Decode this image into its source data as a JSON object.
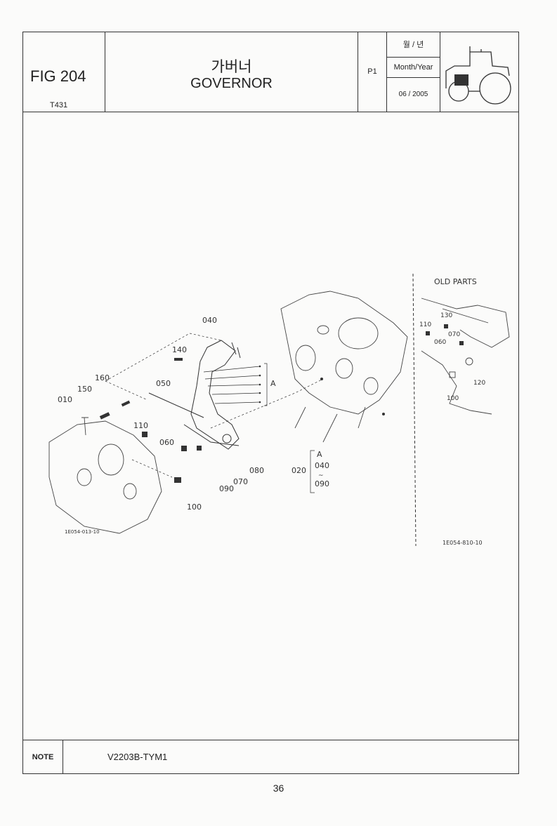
{
  "header": {
    "fig_label": "FIG 204",
    "model": "T431",
    "title_ko": "가버너",
    "title_en": "GOVERNOR",
    "page": "P1",
    "date_label_ko": "월 / 년",
    "date_label_en": "Month/Year",
    "date_value": "06 / 2005",
    "vehicle_icon": "tractor-icon"
  },
  "diagram": {
    "parts": {
      "p010": "010",
      "p020": "020",
      "p040": "040",
      "p050": "050",
      "p060": "060",
      "p070": "070",
      "p080": "080",
      "p090": "090",
      "p100": "100",
      "p110": "110",
      "p140": "140",
      "p150": "150",
      "p160": "160",
      "groupA": "A",
      "range_a": "A",
      "range_040": "040",
      "range_090": "090"
    },
    "ref_main": "1E054-013-10",
    "old_parts": {
      "title": "OLD PARTS",
      "p110": "110",
      "p130": "130",
      "p070": "070",
      "p060": "060",
      "p120": "120",
      "p100": "100",
      "ref": "1E054-810-10"
    }
  },
  "note": {
    "label": "NOTE",
    "text": "V2203B-TYM1"
  },
  "footer": {
    "page_number": "36"
  }
}
